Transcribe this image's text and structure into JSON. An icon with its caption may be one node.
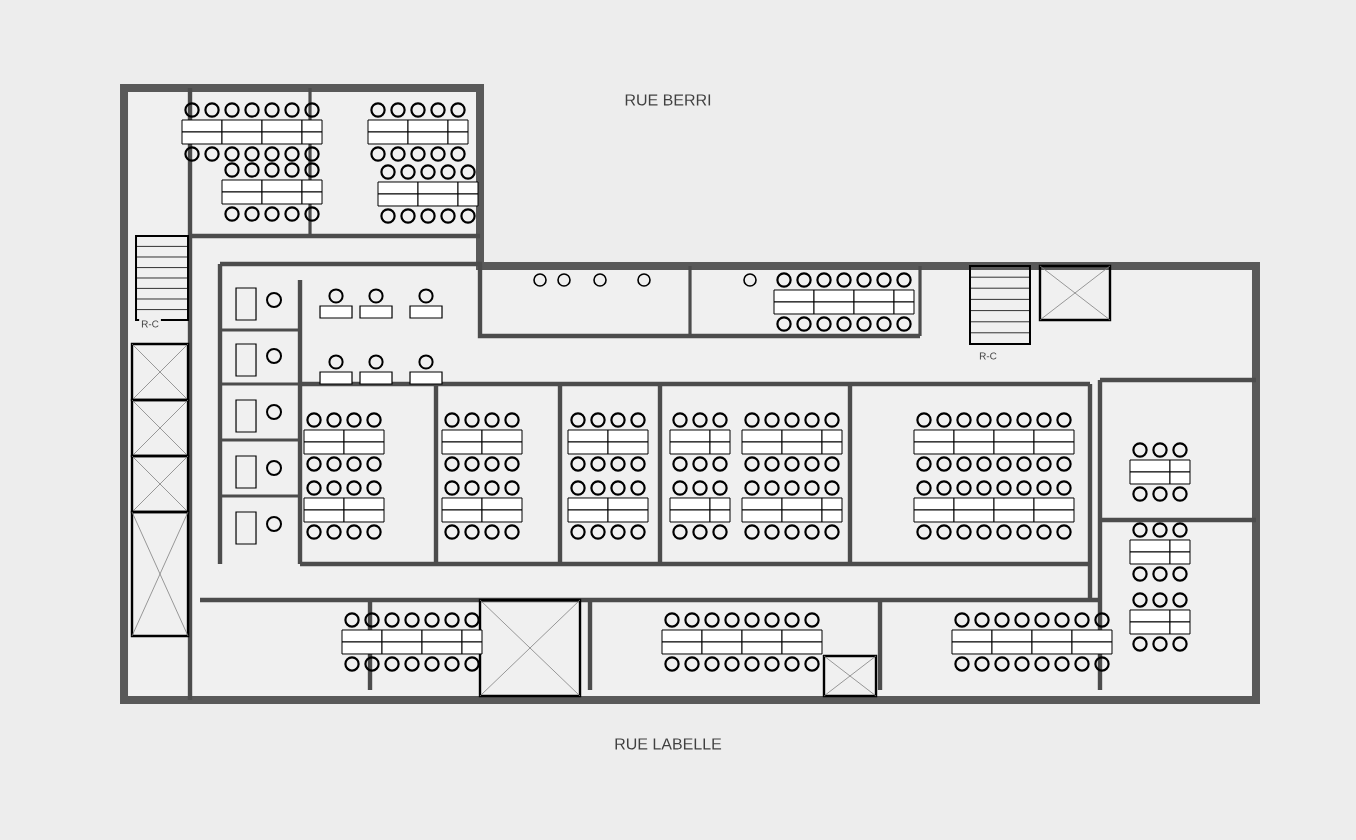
{
  "diagram": {
    "labels": [
      "RUE BERRI",
      "R-C",
      "R-C",
      "RUE LABELLE"
    ]
  }
}
